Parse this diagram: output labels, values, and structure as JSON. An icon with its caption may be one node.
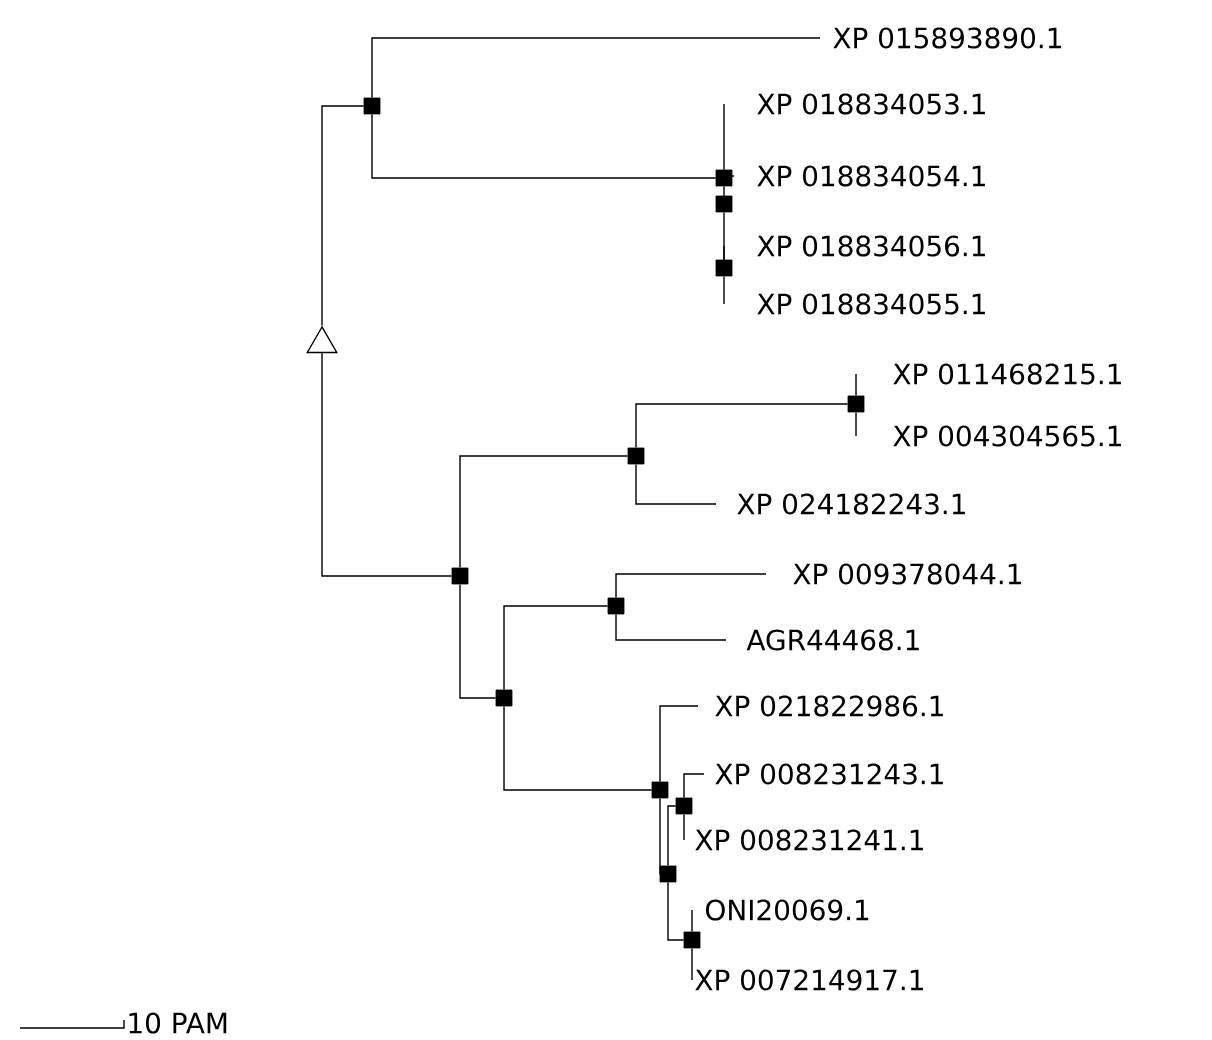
{
  "diagram": {
    "nodes": [
      {
        "text": [],
        "shape": "triangle"
      },
      {
        "text": [],
        "shape": "box"
      },
      {
        "text": [
          "XP 015893890.1"
        ]
      },
      {
        "text": [],
        "shape": "box"
      },
      {
        "text": [
          "XP 018834053.1"
        ]
      },
      {
        "text": [
          "XP 018834054.1"
        ]
      },
      {
        "text": [],
        "shape": "box"
      },
      {
        "text": [],
        "shape": "box"
      },
      {
        "text": [
          "XP 018834056.1"
        ]
      },
      {
        "text": [
          "XP 018834055.1"
        ]
      },
      {
        "text": [],
        "shape": "box"
      },
      {
        "text": [],
        "shape": "box"
      },
      {
        "text": [],
        "shape": "box"
      },
      {
        "text": [
          "XP 011468215.1"
        ]
      },
      {
        "text": [
          "XP 004304565.1"
        ]
      },
      {
        "text": [
          "XP 024182243.1"
        ]
      },
      {
        "text": [],
        "shape": "box"
      },
      {
        "text": [],
        "shape": "box"
      },
      {
        "text": [
          "XP 009378044.1"
        ]
      },
      {
        "text": [
          "AGR44468.1"
        ]
      },
      {
        "text": [],
        "shape": "box"
      },
      {
        "text": [
          "XP 021822986.1"
        ]
      },
      {
        "text": [],
        "shape": "box"
      },
      {
        "text": [],
        "shape": "box"
      },
      {
        "text": [
          "XP 008231243.1"
        ]
      },
      {
        "text": [
          "XP 008231241.1"
        ]
      },
      {
        "text": [],
        "shape": "box"
      },
      {
        "text": [
          "ONI20069.1"
        ]
      },
      {
        "text": [
          "XP 007214917.1"
        ]
      }
    ],
    "edges": [
      {
        "from": 0,
        "to": 1,
        "arrow": "none"
      },
      {
        "from": 1,
        "to": 2,
        "arrow": "none"
      },
      {
        "from": 1,
        "to": 3,
        "arrow": "none"
      },
      {
        "from": 3,
        "to": 4,
        "arrow": "none"
      },
      {
        "from": 3,
        "to": 5,
        "arrow": "none"
      },
      {
        "from": 3,
        "to": 6,
        "arrow": "none"
      },
      {
        "from": 6,
        "to": 7,
        "arrow": "none"
      },
      {
        "from": 7,
        "to": 8,
        "arrow": "none"
      },
      {
        "from": 7,
        "to": 9,
        "arrow": "none"
      },
      {
        "from": 0,
        "to": 10,
        "arrow": "none"
      },
      {
        "from": 10,
        "to": 11,
        "arrow": "none"
      },
      {
        "from": 11,
        "to": 12,
        "arrow": "none"
      },
      {
        "from": 12,
        "to": 13,
        "arrow": "none"
      },
      {
        "from": 12,
        "to": 14,
        "arrow": "none"
      },
      {
        "from": 11,
        "to": 15,
        "arrow": "none"
      },
      {
        "from": 10,
        "to": 16,
        "arrow": "none"
      },
      {
        "from": 16,
        "to": 17,
        "arrow": "none"
      },
      {
        "from": 17,
        "to": 18,
        "arrow": "none"
      },
      {
        "from": 17,
        "to": 19,
        "arrow": "none"
      },
      {
        "from": 16,
        "to": 20,
        "arrow": "none"
      },
      {
        "from": 20,
        "to": 21,
        "arrow": "none"
      },
      {
        "from": 20,
        "to": 22,
        "arrow": "none"
      },
      {
        "from": 22,
        "to": 23,
        "arrow": "none"
      },
      {
        "from": 23,
        "to": 24,
        "arrow": "none"
      },
      {
        "from": 23,
        "to": 25,
        "arrow": "none"
      },
      {
        "from": 22,
        "to": 26,
        "arrow": "none"
      },
      {
        "from": 26,
        "to": 27,
        "arrow": "none"
      },
      {
        "from": 26,
        "to": 28,
        "arrow": "none"
      }
    ],
    "labels": [
      "10 PAM"
    ]
  }
}
